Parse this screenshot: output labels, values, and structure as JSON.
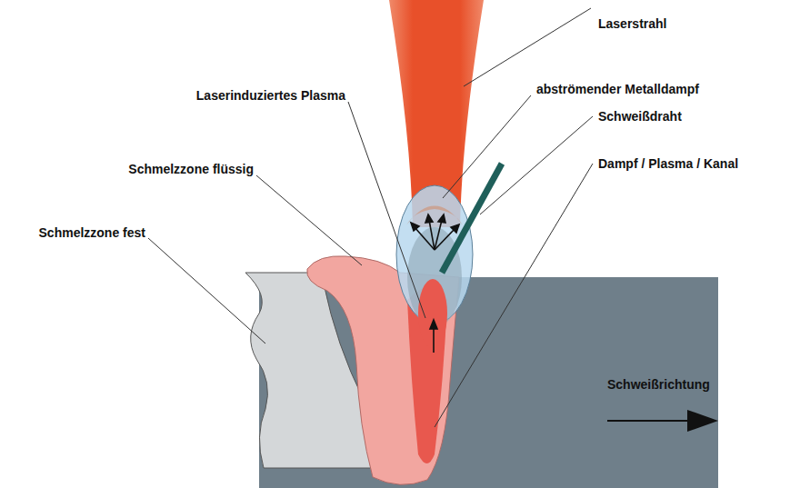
{
  "diagram": {
    "labels": [
      "Laserstrahl",
      "abströmender Metalldampf",
      "Schweißdraht",
      "Laserinduziertes Plasma",
      "Schmelzzone flüssig",
      "Dampf / Plasma / Kanal",
      "Schmelzzone fest",
      "Schweißrichtung"
    ]
  }
}
